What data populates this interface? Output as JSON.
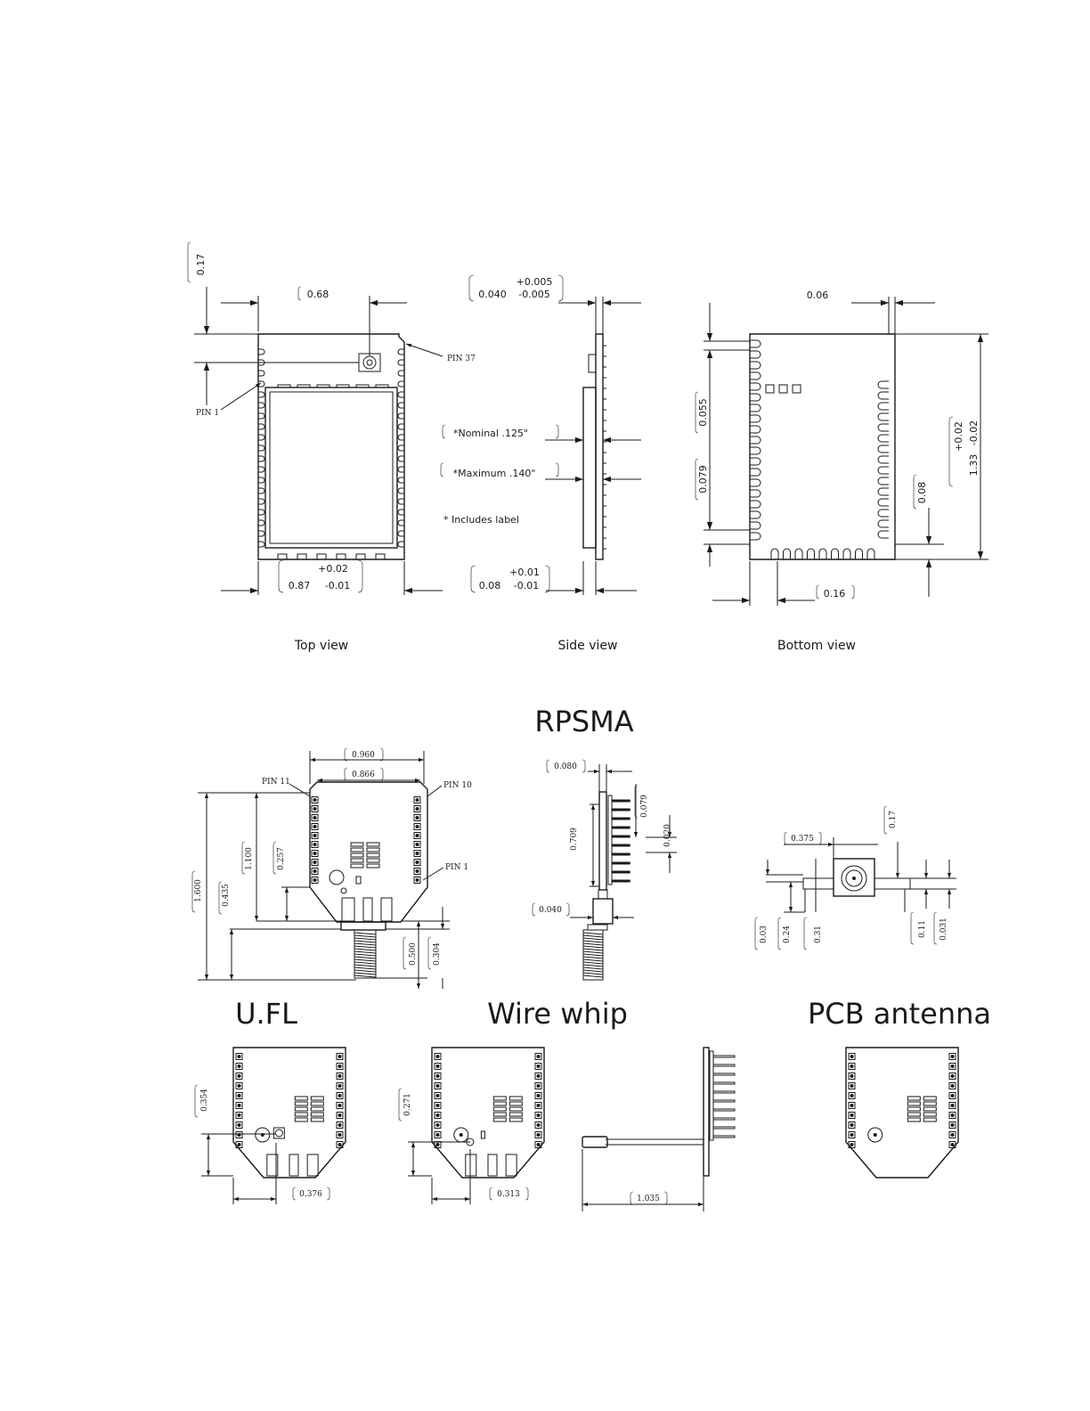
{
  "top_section": {
    "captions": {
      "top": "Top view",
      "side": "Side view",
      "bottom": "Bottom view"
    },
    "top_view": {
      "dim_017": "0.17",
      "dim_068": "0.68",
      "width_tol_plus": "+0.02",
      "width_nom": "0.87",
      "width_tol_minus": "-0.01",
      "pin37": "PIN 37",
      "pin1": "PIN 1"
    },
    "side_view": {
      "top_plus": "+0.005",
      "top_nom": "0.040",
      "top_minus": "-0.005",
      "nominal": "*Nominal .125\"",
      "maximum": "*Maximum .140\"",
      "includes": "* Includes label",
      "bot_plus": "+0.01",
      "bot_nom": "0.08",
      "bot_minus": "-0.01"
    },
    "bottom_view": {
      "dim_006": "0.06",
      "dim_0055": "0.055",
      "dim_0079": "0.079",
      "dim_008": "0.08",
      "height_plus": "+0.02",
      "height_nom": "1.33",
      "height_minus": "-0.02",
      "dim_016": "0.16"
    }
  },
  "rpsma": {
    "title": "RPSMA",
    "front": {
      "d0960": "0.960",
      "d0866": "0.866",
      "pin11": "PIN 11",
      "pin10": "PIN 10",
      "pin1": "PIN 1",
      "d1100": "1.100",
      "d0257": "0.257",
      "d1600": "1.600",
      "d0435": "0.435",
      "d0500": "0.500",
      "d0304": "0.304"
    },
    "side": {
      "d0080": "0.080",
      "d0079": "0.079",
      "d0709": "0.709",
      "d0020": "0.020",
      "d0040": "0.040"
    },
    "end": {
      "d0375": "0.375",
      "d017": "0.17",
      "d003": "0.03",
      "d024": "0.24",
      "d031": "0.31",
      "d011": "0.11",
      "d0031": "0.031"
    }
  },
  "ufl": {
    "title": "U.FL",
    "d0354": "0.354",
    "d0376": "0.376"
  },
  "wire_whip": {
    "title": "Wire whip",
    "d0271": "0.271",
    "d0313": "0.313",
    "d1035": "1.035"
  },
  "pcb_antenna": {
    "title": "PCB antenna"
  }
}
